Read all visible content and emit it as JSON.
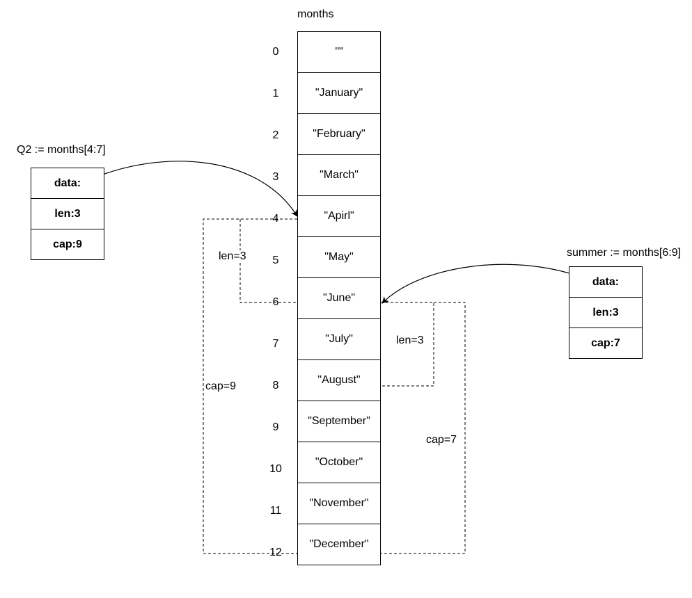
{
  "array": {
    "title": "months",
    "indices": [
      "0",
      "1",
      "2",
      "3",
      "4",
      "5",
      "6",
      "7",
      "8",
      "9",
      "10",
      "11",
      "12"
    ],
    "cells": [
      "\"\"",
      "\"January\"",
      "\"February\"",
      "\"March\"",
      "\"Apirl\"",
      "\"May\"",
      "\"June\"",
      "\"July\"",
      "\"August\"",
      "\"September\"",
      "\"October\"",
      "\"November\"",
      "\"December\""
    ]
  },
  "q2": {
    "title": "Q2 := months[4:7]",
    "fields": [
      "data:",
      "len:3",
      "cap:9"
    ],
    "len_label": "len=3",
    "cap_label": "cap=9"
  },
  "summer": {
    "title": "summer := months[6:9]",
    "fields": [
      "data:",
      "len:3",
      "cap:7"
    ],
    "len_label": "len=3",
    "cap_label": "cap=7"
  }
}
